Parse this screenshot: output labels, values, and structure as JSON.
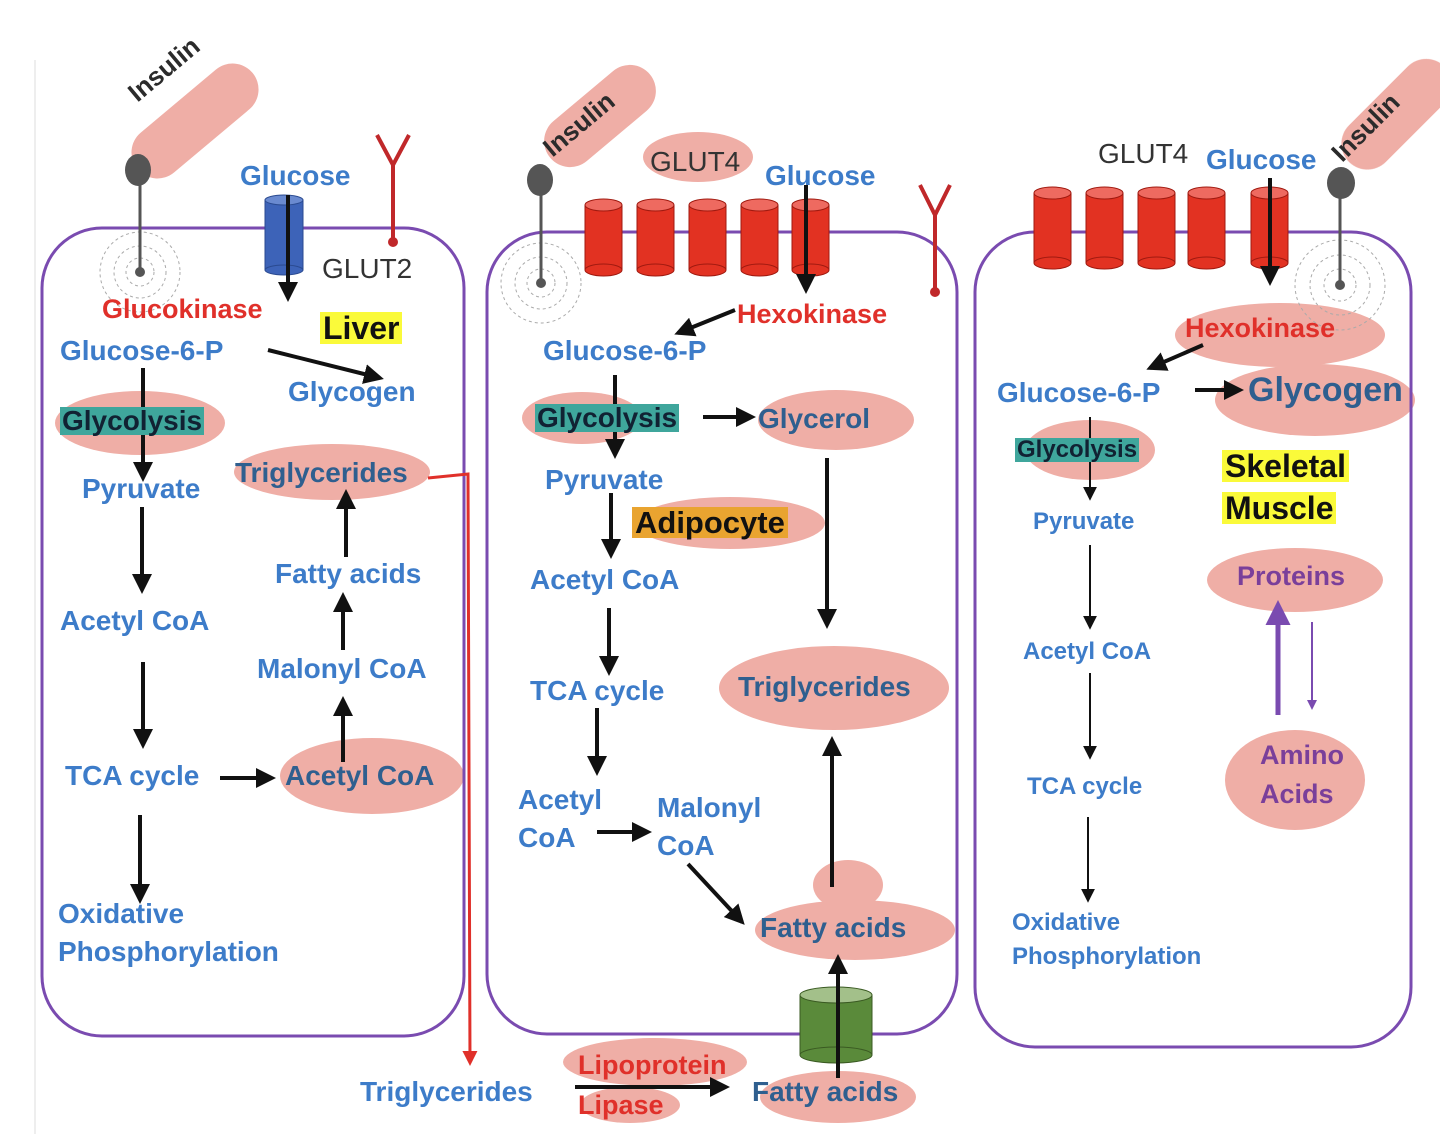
{
  "diagram": {
    "title": "Insulin action on liver, adipocyte and skeletal muscle",
    "colors": {
      "membrane": "#7a4bb0",
      "metabolite_text": "#3d7cc9",
      "enzyme_text": "#e0302a",
      "highlight_pink": "#eea59c",
      "glycolysis_highlight": "#3fa69c",
      "liver_label_highlight": "#fafa3a",
      "adipocyte_label_highlight": "#e9a430",
      "glut2": "#3d63b8",
      "glut4": "#e23222",
      "fa_transporter": "#5a8a3a",
      "receptor": "#555555",
      "antibody": "#c0282a",
      "protein_arrow": "#7a4bb0"
    },
    "liver": {
      "cell_label": "Liver",
      "insulin": "Insulin",
      "glucose": "Glucose",
      "transporter": "GLUT2",
      "enzyme": "Glucokinase",
      "g6p": "Glucose-6-P",
      "glycogen": "Glycogen",
      "glycolysis": "Glycolysis",
      "pyruvate": "Pyruvate",
      "triglycerides": "Triglycerides",
      "fatty_acids": "Fatty acids",
      "acetyl_coa": "Acetyl CoA",
      "malonyl_coa": "Malonyl CoA",
      "tca": "TCA cycle",
      "acetyl_coa_2": "Acetyl CoA",
      "oxphos_1": "Oxidative",
      "oxphos_2": "Phosphorylation"
    },
    "adipocyte": {
      "cell_label": "Adipocyte",
      "insulin": "Insulin",
      "transporter": "GLUT4",
      "glucose": "Glucose",
      "enzyme": "Hexokinase",
      "g6p": "Glucose-6-P",
      "glycolysis": "Glycolysis",
      "glycerol": "Glycerol",
      "pyruvate": "Pyruvate",
      "acetyl_coa": "Acetyl CoA",
      "tca": "TCA cycle",
      "triglycerides": "Triglycerides",
      "acetyl_coa_2a": "Acetyl",
      "acetyl_coa_2b": "CoA",
      "malonyl_a": "Malonyl",
      "malonyl_b": "CoA",
      "fatty_acids": "Fatty acids"
    },
    "muscle": {
      "cell_label_1": "Skeletal",
      "cell_label_2": "Muscle",
      "insulin": "Insulin",
      "transporter": "GLUT4",
      "glucose": "Glucose",
      "enzyme": "Hexokinase",
      "g6p": "Glucose-6-P",
      "glycogen": "Glycogen",
      "glycolysis": "Glycolysis",
      "pyruvate": "Pyruvate",
      "acetyl_coa": "Acetyl CoA",
      "tca": "TCA cycle",
      "oxphos_1": "Oxidative",
      "oxphos_2": "Phosphorylation",
      "proteins": "Proteins",
      "amino_1": "Amino",
      "amino_2": "Acids"
    },
    "blood": {
      "triglycerides": "Triglycerides",
      "enzyme_1": "Lipoprotein",
      "enzyme_2": "Lipase",
      "fatty_acids": "Fatty acids"
    }
  }
}
